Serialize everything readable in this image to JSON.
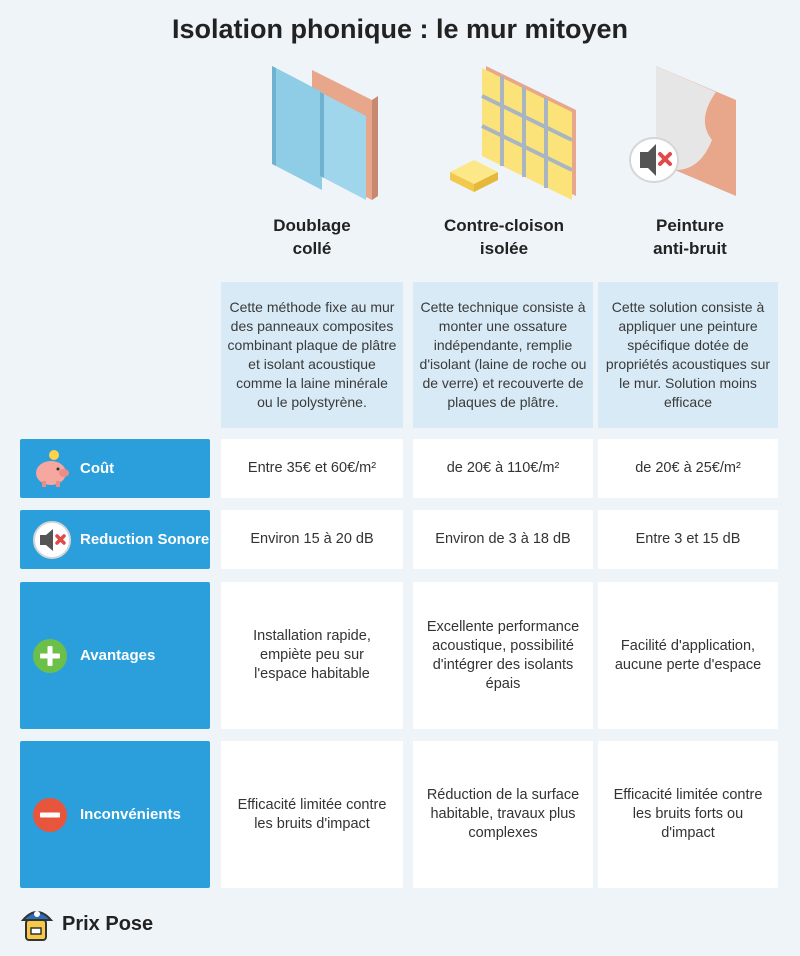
{
  "title": "Isolation phonique : le mur mitoyen",
  "columns": [
    {
      "heading": "Doublage\ncollé",
      "description": "Cette méthode fixe au mur des panneaux composites combinant plaque de plâtre et isolant acoustique comme la laine minérale ou le polystyrène."
    },
    {
      "heading": "Contre-cloison\nisolée",
      "description": "Cette technique consiste à monter une ossature indépendante, remplie d'isolant (laine de roche ou de verre) et recouverte de plaques de plâtre."
    },
    {
      "heading": "Peinture\nanti-bruit",
      "description": "Cette solution consiste à appliquer une peinture spécifique dotée de propriétés acoustiques sur le mur. Solution moins efficace"
    }
  ],
  "rows": [
    {
      "label": "Coût",
      "icon": "piggy-bank-icon",
      "cells": [
        "Entre 35€ et 60€/m²",
        "de 20€ à 110€/m²",
        "de 20€ à 25€/m²"
      ]
    },
    {
      "label": "Reduction Sonore",
      "icon": "muted-speaker-icon",
      "cells": [
        "Environ 15 à 20 dB",
        "Environ de 3 à 18 dB",
        "Entre 3 et 15 dB"
      ]
    },
    {
      "label": "Avantages",
      "icon": "plus-circle-icon",
      "cells": [
        "Installation rapide, empiète peu sur l'espace habitable",
        "Excellente performance acoustique, possibilité d'intégrer des isolants épais",
        "Facilité d'application, aucune perte d'espace"
      ]
    },
    {
      "label": "Inconvénients",
      "icon": "minus-circle-icon",
      "cells": [
        "Efficacité limitée contre les bruits d'impact",
        "Réduction de la surface habitable, travaux plus complexes",
        "Efficacité limitée contre les bruits forts ou d'impact"
      ]
    }
  ],
  "brand": {
    "name": "Prix Pose",
    "icon": "worker-mascot-icon"
  },
  "colors": {
    "background": "#eef4f8",
    "row_label": "#2b9fdc",
    "description_bg": "#d8eaf6",
    "plus": "#6cc04a",
    "minus": "#e8553d"
  }
}
